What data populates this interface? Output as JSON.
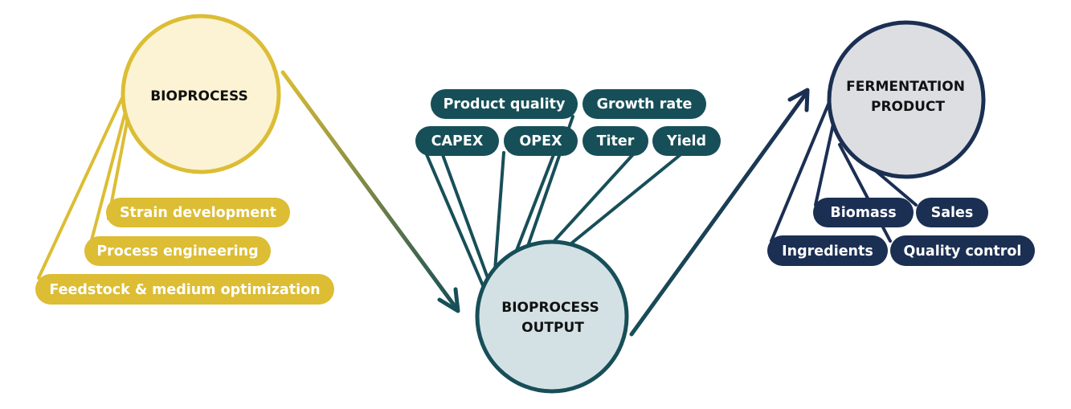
{
  "colors": {
    "gold": "#dcbd34",
    "gold_fill": "#fbf3d3",
    "teal": "#174f58",
    "teal_fill": "#d3e1e5",
    "navy": "#1b2f52",
    "navy_fill": "#dcdee2",
    "background": "#ffffff"
  },
  "bioprocess": {
    "title_lines": [
      "BIOPROCESS"
    ],
    "items": [
      "Strain development",
      "Process engineering",
      "Feedstock & medium optimization"
    ]
  },
  "output": {
    "title_lines": [
      "BIOPROCESS",
      "OUTPUT"
    ],
    "items": [
      "Product quality",
      "Growth rate",
      "CAPEX",
      "OPEX",
      "Titer",
      "Yield"
    ]
  },
  "product": {
    "title_lines": [
      "FERMENTATION",
      "PRODUCT"
    ],
    "items": [
      "Biomass",
      "Sales",
      "Ingredients",
      "Quality control"
    ]
  }
}
